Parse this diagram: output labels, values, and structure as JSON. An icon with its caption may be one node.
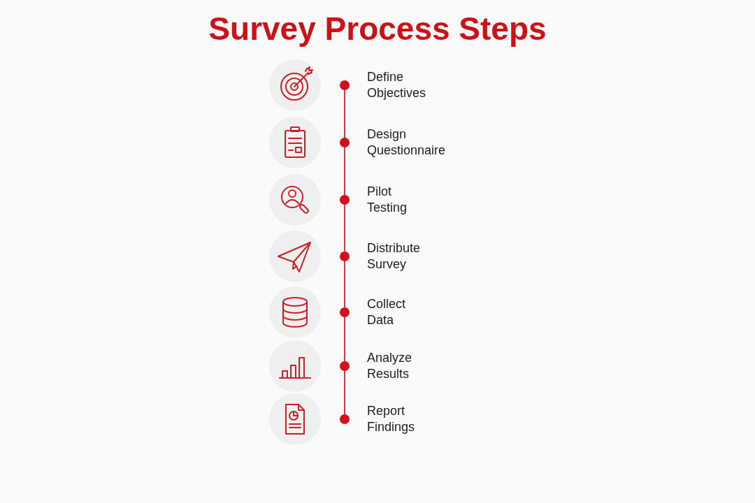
{
  "diagram": {
    "title": "Survey Process Steps",
    "nodes": [
      {
        "text": [],
        "shape": "circle",
        "beside": [
          "Define Objectives"
        ]
      },
      {
        "text": [],
        "shape": "circle",
        "beside": [
          "Design Questionnaire"
        ]
      },
      {
        "text": [],
        "shape": "circle",
        "beside": [
          "Pilot Testing"
        ]
      },
      {
        "text": [],
        "shape": "circle",
        "beside": [
          "Distribute Survey"
        ]
      },
      {
        "text": [],
        "shape": "circle",
        "beside": [
          "Collect Data"
        ]
      },
      {
        "text": [],
        "shape": "circle",
        "beside": [
          "Analyze Results"
        ]
      },
      {
        "text": [],
        "shape": "circle",
        "beside": [
          "Report Findings"
        ]
      }
    ],
    "edges": [
      {
        "from": 0,
        "to": 1,
        "arrow": "none"
      },
      {
        "from": 1,
        "to": 2,
        "arrow": "none"
      },
      {
        "from": 2,
        "to": 3,
        "arrow": "none"
      },
      {
        "from": 3,
        "to": 4,
        "arrow": "none"
      },
      {
        "from": 4,
        "to": 5,
        "arrow": "none"
      },
      {
        "from": 5,
        "to": 6,
        "arrow": "none"
      }
    ]
  }
}
